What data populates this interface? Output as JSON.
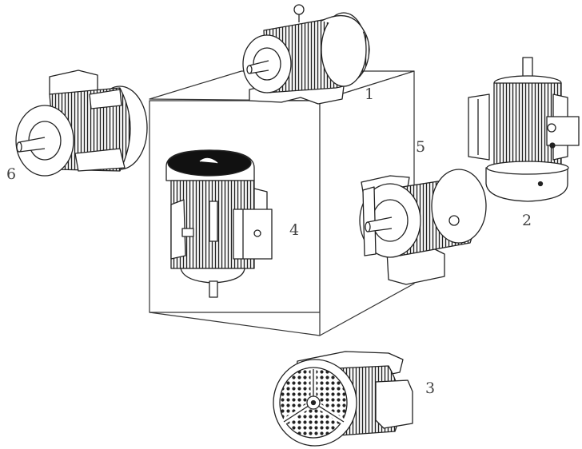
{
  "labels": {
    "view1": "1",
    "view2": "2",
    "view3": "3",
    "view4": "4",
    "view5": "5",
    "view6": "6"
  },
  "colors": {
    "line": "#222222",
    "cube_line": "#333333",
    "label": "#444444"
  }
}
